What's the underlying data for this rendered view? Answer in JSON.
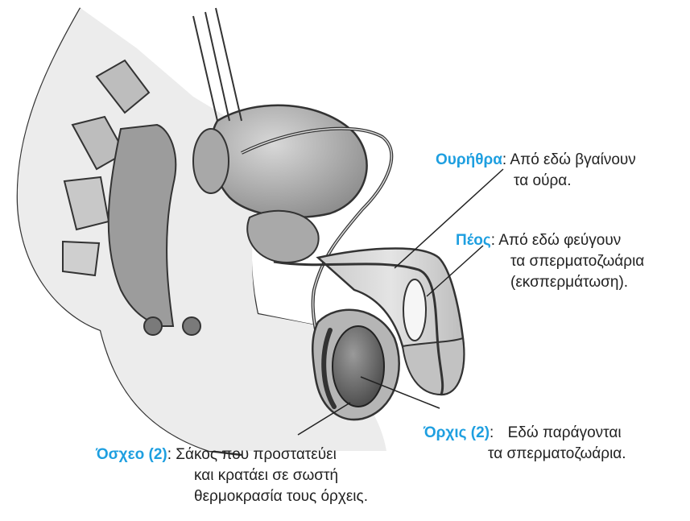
{
  "colors": {
    "term": "#1e9fe0",
    "text": "#222222",
    "ink": "#3a3a3a"
  },
  "labels": {
    "urethra": {
      "term": "Ουρήθρα",
      "sep": ":",
      "line1": "Από εδώ βγαίνουν",
      "line2": "τα ούρα."
    },
    "penis": {
      "term": "Πέος",
      "sep": ":",
      "line1": "Από εδώ φεύγουν",
      "line2": "τα σπερματοζωάρια",
      "line3": "(εκσπερμάτωση)."
    },
    "testis": {
      "term": "Όρχις (2)",
      "sep": ":",
      "line1": "Εδώ παράγονται",
      "line2": "τα σπερματοζωάρια."
    },
    "scrotum": {
      "term": "Όσχεο (2)",
      "sep": ":",
      "line1": "Σάκος που προστατεύει",
      "line2": "και κρατάει σε σωστή",
      "line3": "θερμοκρασία τους όρχεις."
    }
  }
}
